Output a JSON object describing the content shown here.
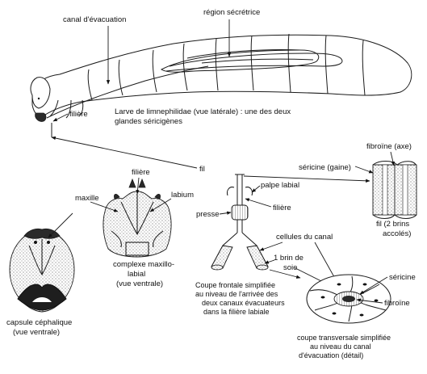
{
  "labels": {
    "canal_evacuation": "canal d'évacuation",
    "region_secretrice": "région sécrétrice",
    "filiere_larva": "filière",
    "larva_caption_1": "Larve de limnephilidae (vue latérale) : une des deux",
    "larva_caption_2": "glandes séricigènes",
    "fil": "fil",
    "fibroine_axe": "fibroïne (axe)",
    "sericine_gaine": "séricine (gaine)",
    "fil_brins_1": "fil (2 brins",
    "fil_brins_2": "accolés)",
    "filiere_mouth": "filière",
    "maxille": "maxille",
    "labium": "labium",
    "complexe_1": "complexe maxillo-",
    "complexe_2": "labial",
    "complexe_3": "(vue ventrale)",
    "palpe_labial": "palpe labial",
    "presse": "presse",
    "filiere_section": "filière",
    "cellules_canal": "cellules du canal",
    "brin_soie_1": "1 brin de",
    "brin_soie_2": "soie",
    "capsule_1": "capsule céphalique",
    "capsule_2": "(vue ventrale)",
    "coupe_frontale_1": "Coupe frontale simplifiée",
    "coupe_frontale_2": "au niveau de l'arrivée des",
    "coupe_frontale_3": "deux canaux évacuateurs",
    "coupe_frontale_4": "dans la filière labiale",
    "sericine": "séricine",
    "fibroine": "fibroïne",
    "coupe_trans_1": "coupe transversale simplifiée",
    "coupe_trans_2": "au niveau du canal",
    "coupe_trans_3": "d'évacuation (détail)"
  }
}
